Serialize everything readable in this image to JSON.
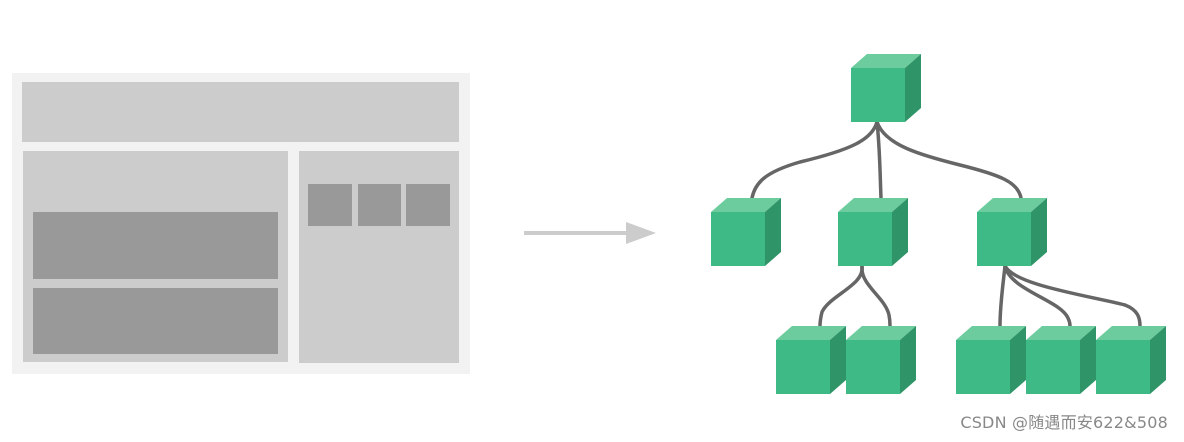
{
  "layout_diagram": {
    "sections": [
      "header",
      "main",
      "sidebar"
    ]
  },
  "component_tree": {
    "root": {
      "children": [
        {
          "children": []
        },
        {
          "children": [
            {},
            {}
          ]
        },
        {
          "children": [
            {},
            {},
            {}
          ]
        }
      ]
    }
  },
  "colors": {
    "cube_front": "#3dba85",
    "cube_top": "#6ccc9e",
    "cube_side": "#2f9468",
    "connector": "#666666",
    "frame_bg": "#f2f2f2",
    "block_light": "#cccccc",
    "block_dark": "#999999",
    "arrow": "#cccccc"
  },
  "watermark": {
    "text": "CSDN @随遇而安622&508"
  }
}
